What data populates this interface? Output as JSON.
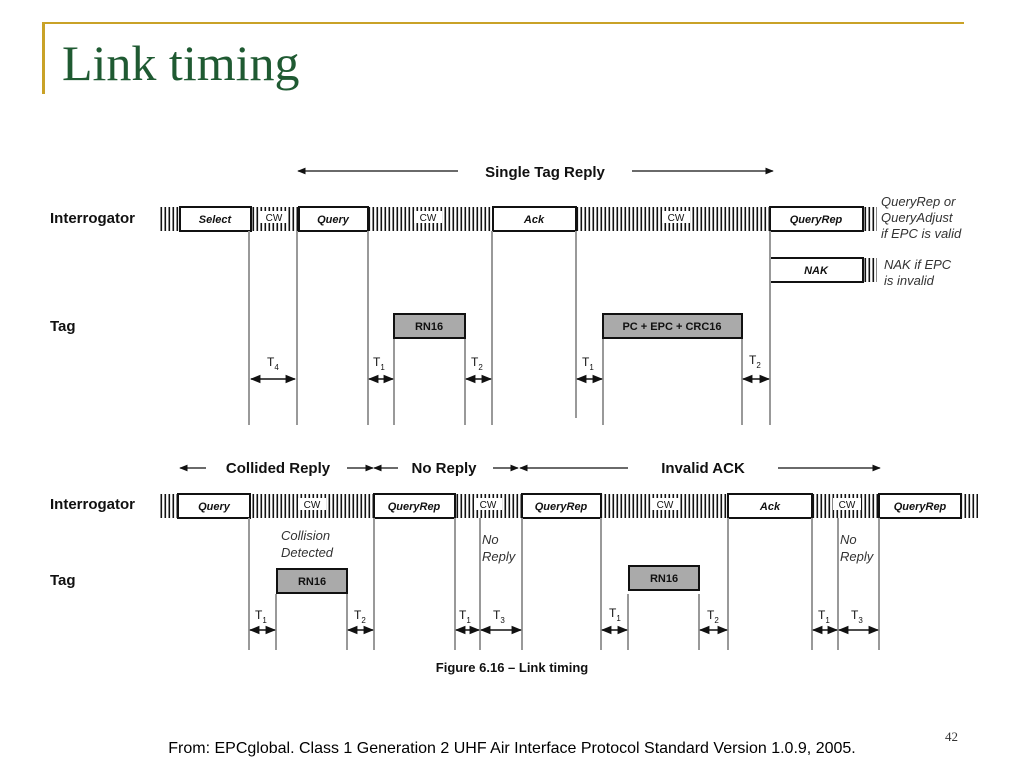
{
  "slide": {
    "title": "Link timing",
    "page_number": "42",
    "footer": "From: EPCglobal. Class 1 Generation 2 UHF Air Interface Protocol Standard Version 1.0.9, 2005."
  },
  "figure": {
    "caption": "Figure 6.16 – Link timing",
    "labels": {
      "interrogator": "Interrogator",
      "tag": "Tag",
      "cw": "CW"
    },
    "top": {
      "span_label": "Single Tag Reply",
      "frames": {
        "select": "Select",
        "query": "Query",
        "ack": "Ack",
        "queryrep": "QueryRep",
        "nak": "NAK"
      },
      "tag_replies": {
        "rn16": "RN16",
        "pc_epc": "PC + EPC + CRC16"
      },
      "notes": {
        "queryrep_1": "QueryRep or",
        "queryrep_2": "QueryAdjust",
        "queryrep_3": "if EPC is valid",
        "nak_1": "NAK if EPC",
        "nak_2": "is invalid"
      }
    },
    "bottom": {
      "spans": {
        "collided": "Collided Reply",
        "no_reply": "No Reply",
        "invalid_ack": "Invalid ACK"
      },
      "frames": {
        "query": "Query",
        "queryrep": "QueryRep",
        "ack": "Ack"
      },
      "tag_replies": {
        "rn16": "RN16"
      },
      "notes": {
        "collision_1": "Collision",
        "collision_2": "Detected",
        "no_1": "No",
        "no_2": "Reply"
      }
    },
    "timing": {
      "t": "T",
      "sub1": "1",
      "sub2": "2",
      "sub3": "3",
      "sub4": "4"
    }
  }
}
